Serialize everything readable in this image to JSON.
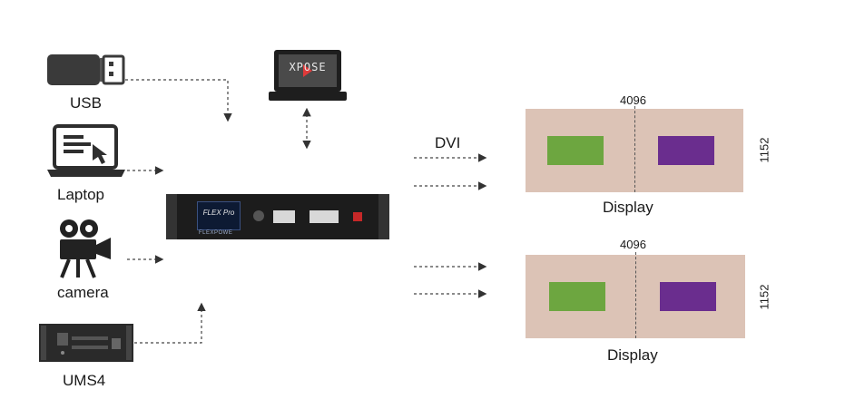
{
  "sources": {
    "usb": "USB",
    "laptop": "Laptop",
    "camera": "camera",
    "ums": "UMS4"
  },
  "laptop_screen_logo": "XPOSE",
  "device": {
    "lcd_title": "FLEX Pro",
    "brand": "FLEXPOWE"
  },
  "connection_label": "DVI",
  "displays": [
    {
      "label": "Display",
      "width": "4096",
      "height": "1152"
    },
    {
      "label": "Display",
      "width": "4096",
      "height": "1152"
    }
  ],
  "colors": {
    "panel": "#dcc3b6",
    "left_window": "#6da640",
    "right_window": "#6a2d8e",
    "device_body": "#1c1c1c"
  }
}
